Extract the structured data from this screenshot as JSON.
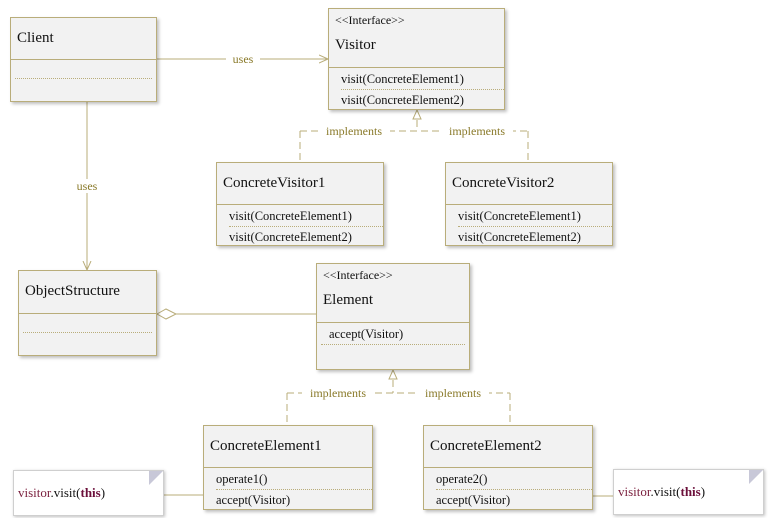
{
  "client": {
    "name": "Client"
  },
  "visitor": {
    "stereotype": "<<Interface>>",
    "name": "Visitor",
    "methods": [
      "visit(ConcreteElement1)",
      "visit(ConcreteElement2)"
    ]
  },
  "concrete_visitor1": {
    "name": "ConcreteVisitor1",
    "methods": [
      "visit(ConcreteElement1)",
      "visit(ConcreteElement2)"
    ]
  },
  "concrete_visitor2": {
    "name": "ConcreteVisitor2",
    "methods": [
      "visit(ConcreteElement1)",
      "visit(ConcreteElement2)"
    ]
  },
  "object_structure": {
    "name": "ObjectStructure"
  },
  "element": {
    "stereotype": "<<Interface>>",
    "name": "Element",
    "methods": [
      "accept(Visitor)"
    ]
  },
  "concrete_element1": {
    "name": "ConcreteElement1",
    "methods": [
      "operate1()",
      "accept(Visitor)"
    ]
  },
  "concrete_element2": {
    "name": "ConcreteElement2",
    "methods": [
      "operate2()",
      "accept(Visitor)"
    ]
  },
  "notes": {
    "left": {
      "obj": "visitor",
      "dot": ".",
      "call": "visit(",
      "keyword": "this",
      "close": ")"
    },
    "right": {
      "obj": "visitor",
      "dot": ".",
      "call": "visit(",
      "keyword": "this",
      "close": ")"
    }
  },
  "labels": {
    "uses_client_visitor": "uses",
    "uses_client_objectstructure": "uses",
    "implements_cv1": "implements",
    "implements_cv2": "implements",
    "implements_ce1": "implements",
    "implements_ce2": "implements"
  },
  "colors": {
    "line": "#b9ad7a",
    "label": "#8a7a2a",
    "keyword": "#6b0f3a"
  }
}
